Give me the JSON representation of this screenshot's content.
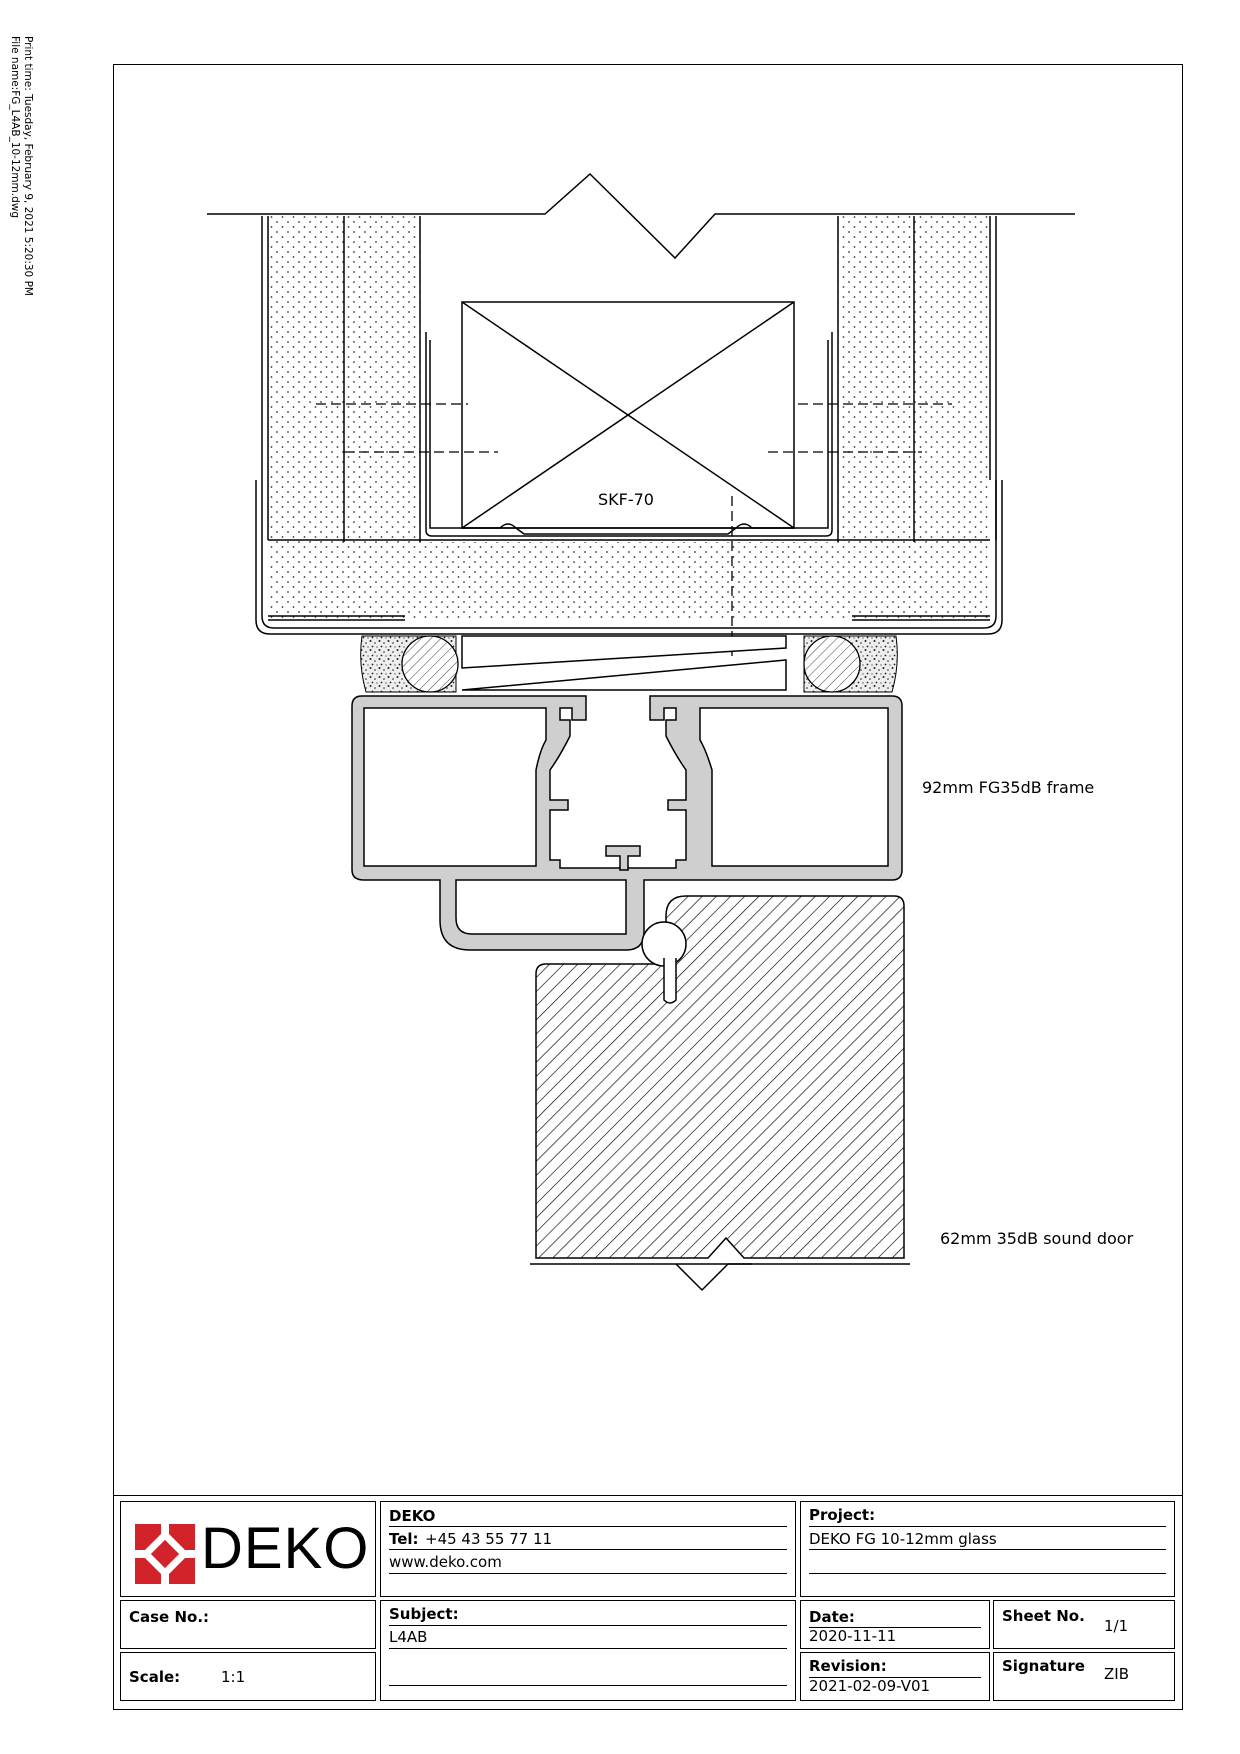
{
  "print_info": {
    "print_time": "Print time: Tuesday, February 9, 2021 5:20:30 PM",
    "file_name": "File name:FG_L4AB_10-12mm.dwg"
  },
  "drawing": {
    "block_label": "SKF-70",
    "frame_label": "92mm FG35dB frame",
    "door_label": "62mm 35dB sound door"
  },
  "title_block": {
    "logo": {
      "text": "DEKO",
      "color": "#d2232a"
    },
    "company": {
      "name": "DEKO",
      "tel_label": "Tel:",
      "tel_value": "+45 43 55 77 11",
      "web": "www.deko.com"
    },
    "project": {
      "label": "Project:",
      "value": "DEKO FG 10-12mm glass"
    },
    "case": {
      "label": "Case No.:",
      "value": ""
    },
    "subject": {
      "label": "Subject:",
      "value": "L4AB"
    },
    "date": {
      "label": "Date:",
      "value": "2020-11-11"
    },
    "sheet": {
      "label": "Sheet No.",
      "value": "1/1"
    },
    "scale": {
      "label": "Scale:",
      "value": "1:1"
    },
    "revision": {
      "label": "Revision:",
      "value": "2021-02-09-V01"
    },
    "signature": {
      "label": "Signature",
      "value": "ZIB"
    }
  }
}
